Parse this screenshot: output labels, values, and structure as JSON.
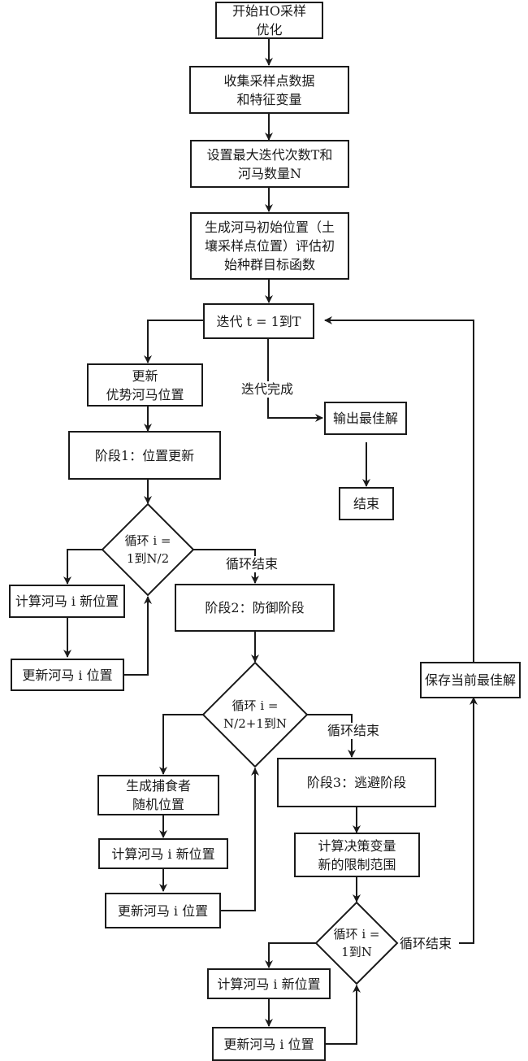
{
  "title": "HO采样优化流程图",
  "nodes": {
    "start": [
      "开始HO采样",
      "优化"
    ],
    "collect": [
      "收集采样点数据",
      "和特征变量"
    ],
    "set_params": [
      "设置最大迭代次数T和",
      "河马数量N"
    ],
    "init": [
      "生成河马初始位置（土",
      "壤采样点位置）评估初",
      "始种群目标函数"
    ],
    "iterate": [
      "迭代 t = 1到T"
    ],
    "update_dominant": [
      "更新",
      "优势河马位置"
    ],
    "phase1": [
      "阶段1：位置更新"
    ],
    "loop1": [
      "循环 i =",
      "1到N/2"
    ],
    "calc1": [
      "计算河马 i 新位置"
    ],
    "update1": [
      "更新河马 i 位置"
    ],
    "phase2": [
      "阶段2：防御阶段"
    ],
    "loop2": [
      "循环 i =",
      "N/2+1到N"
    ],
    "predator": [
      "生成捕食者",
      "随机位置"
    ],
    "calc2": [
      "计算河马 i 新位置"
    ],
    "update2": [
      "更新河马 i 位置"
    ],
    "phase3": [
      "阶段3：逃避阶段"
    ],
    "bounds": [
      "计算决策变量",
      "新的限制范围"
    ],
    "loop3": [
      "循环 i =",
      "1到N"
    ],
    "calc3": [
      "计算河马 i 新位置"
    ],
    "update3": [
      "更新河马 i 位置"
    ],
    "save_best": [
      "保存当前最佳解"
    ],
    "output": [
      "输出最佳解"
    ],
    "end": [
      "结束"
    ]
  },
  "edge_labels": {
    "iteration_done": "迭代完成",
    "loop1_end": "循环结束",
    "loop2_end": "循环结束",
    "loop3_end": "循环结束"
  }
}
